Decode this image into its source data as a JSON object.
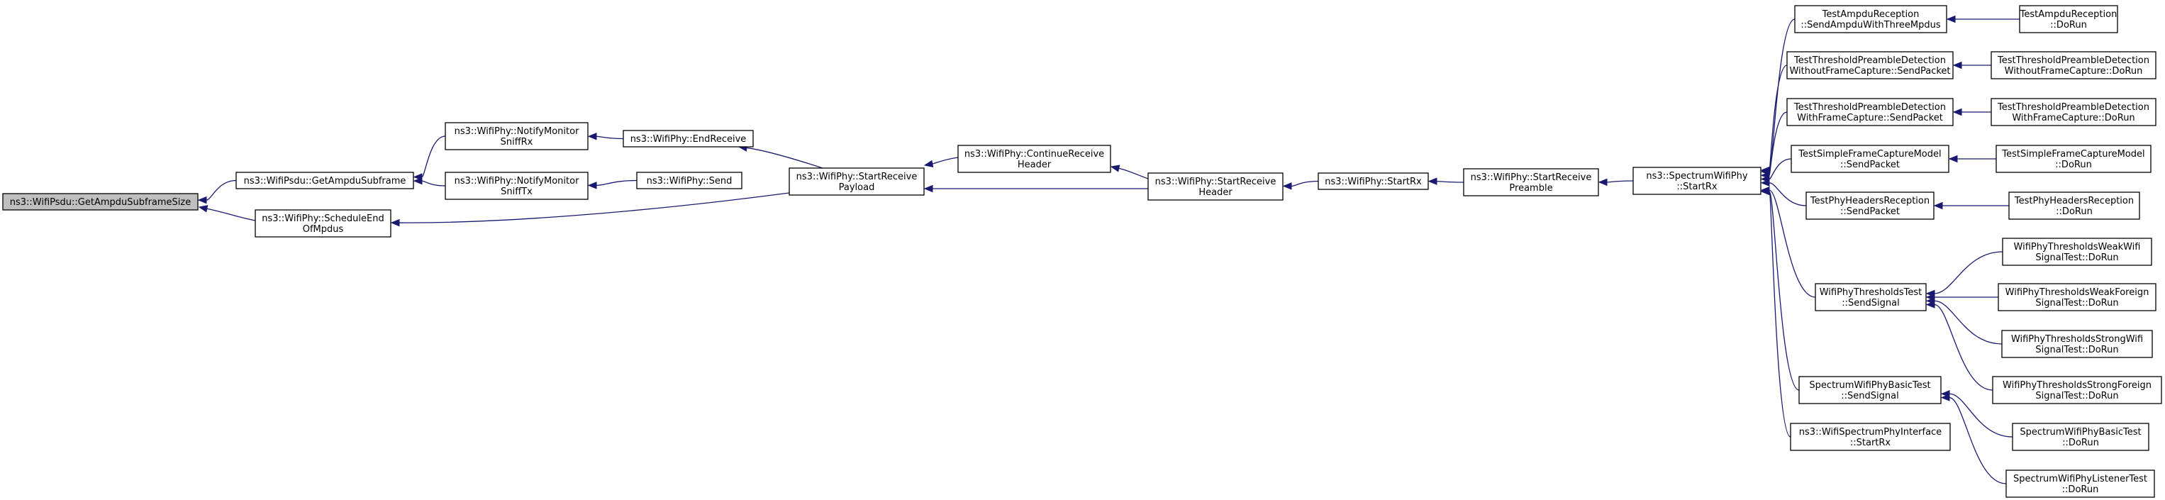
{
  "graph": {
    "nodes": [
      {
        "id": "n0",
        "lines": [
          "ns3::WifiPsdu::GetAmpduSubframeSize"
        ],
        "root": true
      },
      {
        "id": "n1",
        "lines": [
          "ns3::WifiPsdu::GetAmpduSubframe"
        ]
      },
      {
        "id": "n2",
        "lines": [
          "ns3::WifiPhy::ScheduleEnd",
          "OfMpdus"
        ]
      },
      {
        "id": "n3",
        "lines": [
          "ns3::WifiPhy::NotifyMonitor",
          "SniffRx"
        ]
      },
      {
        "id": "n4",
        "lines": [
          "ns3::WifiPhy::NotifyMonitor",
          "SniffTx"
        ]
      },
      {
        "id": "n5",
        "lines": [
          "ns3::WifiPhy::EndReceive"
        ]
      },
      {
        "id": "n6",
        "lines": [
          "ns3::WifiPhy::Send"
        ]
      },
      {
        "id": "n7",
        "lines": [
          "ns3::WifiPhy::StartReceive",
          "Payload"
        ]
      },
      {
        "id": "n8",
        "lines": [
          "ns3::WifiPhy::ContinueReceive",
          "Header"
        ]
      },
      {
        "id": "n9",
        "lines": [
          "ns3::WifiPhy::StartReceive",
          "Header"
        ]
      },
      {
        "id": "n10",
        "lines": [
          "ns3::WifiPhy::StartRx"
        ]
      },
      {
        "id": "n11",
        "lines": [
          "ns3::WifiPhy::StartReceive",
          "Preamble"
        ]
      },
      {
        "id": "n12",
        "lines": [
          "ns3::SpectrumWifiPhy",
          "::StartRx"
        ]
      },
      {
        "id": "n13",
        "lines": [
          "TestAmpduReception",
          "::SendAmpduWithThreeMpdus"
        ]
      },
      {
        "id": "n14",
        "lines": [
          "TestThresholdPreambleDetection",
          "WithoutFrameCapture::SendPacket"
        ]
      },
      {
        "id": "n15",
        "lines": [
          "TestThresholdPreambleDetection",
          "WithFrameCapture::SendPacket"
        ]
      },
      {
        "id": "n16",
        "lines": [
          "TestSimpleFrameCaptureModel",
          "::SendPacket"
        ]
      },
      {
        "id": "n17",
        "lines": [
          "TestPhyHeadersReception",
          "::SendPacket"
        ]
      },
      {
        "id": "n18",
        "lines": [
          "WifiPhyThresholdsTest",
          "::SendSignal"
        ]
      },
      {
        "id": "n19",
        "lines": [
          "SpectrumWifiPhyBasicTest",
          "::SendSignal"
        ]
      },
      {
        "id": "n20",
        "lines": [
          "ns3::WifiSpectrumPhyInterface",
          "::StartRx"
        ]
      },
      {
        "id": "n21",
        "lines": [
          "TestAmpduReception",
          "::DoRun"
        ]
      },
      {
        "id": "n22",
        "lines": [
          "TestThresholdPreambleDetection",
          "WithoutFrameCapture::DoRun"
        ]
      },
      {
        "id": "n23",
        "lines": [
          "TestThresholdPreambleDetection",
          "WithFrameCapture::DoRun"
        ]
      },
      {
        "id": "n24",
        "lines": [
          "TestSimpleFrameCaptureModel",
          "::DoRun"
        ]
      },
      {
        "id": "n25",
        "lines": [
          "TestPhyHeadersReception",
          "::DoRun"
        ]
      },
      {
        "id": "n26",
        "lines": [
          "WifiPhyThresholdsWeakWifi",
          "SignalTest::DoRun"
        ]
      },
      {
        "id": "n27",
        "lines": [
          "WifiPhyThresholdsWeakForeign",
          "SignalTest::DoRun"
        ]
      },
      {
        "id": "n28",
        "lines": [
          "WifiPhyThresholdsStrongWifi",
          "SignalTest::DoRun"
        ]
      },
      {
        "id": "n29",
        "lines": [
          "WifiPhyThresholdsStrongForeign",
          "SignalTest::DoRun"
        ]
      },
      {
        "id": "n30",
        "lines": [
          "SpectrumWifiPhyBasicTest",
          "::DoRun"
        ]
      },
      {
        "id": "n31",
        "lines": [
          "SpectrumWifiPhyListenerTest",
          "::DoRun"
        ]
      }
    ],
    "edges": [
      {
        "from": "n1",
        "to": "n0"
      },
      {
        "from": "n2",
        "to": "n0"
      },
      {
        "from": "n3",
        "to": "n1"
      },
      {
        "from": "n4",
        "to": "n1"
      },
      {
        "from": "n5",
        "to": "n3"
      },
      {
        "from": "n6",
        "to": "n4"
      },
      {
        "from": "n7",
        "to": "n5"
      },
      {
        "from": "n7",
        "to": "n2"
      },
      {
        "from": "n8",
        "to": "n7"
      },
      {
        "from": "n9",
        "to": "n7"
      },
      {
        "from": "n9",
        "to": "n8"
      },
      {
        "from": "n10",
        "to": "n9"
      },
      {
        "from": "n11",
        "to": "n10"
      },
      {
        "from": "n12",
        "to": "n11"
      },
      {
        "from": "n13",
        "to": "n12"
      },
      {
        "from": "n14",
        "to": "n12"
      },
      {
        "from": "n15",
        "to": "n12"
      },
      {
        "from": "n16",
        "to": "n12"
      },
      {
        "from": "n17",
        "to": "n12"
      },
      {
        "from": "n18",
        "to": "n12"
      },
      {
        "from": "n19",
        "to": "n12"
      },
      {
        "from": "n20",
        "to": "n12"
      },
      {
        "from": "n21",
        "to": "n13"
      },
      {
        "from": "n22",
        "to": "n14"
      },
      {
        "from": "n23",
        "to": "n15"
      },
      {
        "from": "n24",
        "to": "n16"
      },
      {
        "from": "n25",
        "to": "n17"
      },
      {
        "from": "n26",
        "to": "n18"
      },
      {
        "from": "n27",
        "to": "n18"
      },
      {
        "from": "n28",
        "to": "n18"
      },
      {
        "from": "n29",
        "to": "n18"
      },
      {
        "from": "n30",
        "to": "n19"
      },
      {
        "from": "n31",
        "to": "n19"
      }
    ]
  },
  "colors": {
    "edge": "#191970",
    "root_fill": "#bfbfbf",
    "node_fill": "#ffffff",
    "node_stroke": "#000000"
  }
}
